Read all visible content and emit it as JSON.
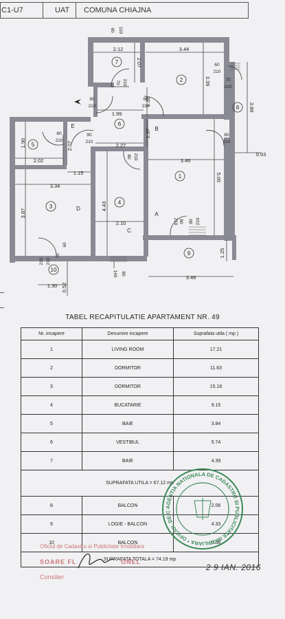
{
  "header": {
    "code": "C1-U7",
    "uat_label": "UAT",
    "locality": "COMUNA CHIAJNA"
  },
  "plan": {
    "rooms": [
      "1",
      "2",
      "3",
      "4",
      "5",
      "6",
      "7",
      "8",
      "9",
      "10"
    ],
    "letters": [
      "A",
      "B",
      "C",
      "D",
      "E"
    ],
    "dimensions": {
      "d212": "2.12",
      "d344": "3.44",
      "d207a": "2.07",
      "d339": "3.39",
      "d389": "3.89",
      "d053": "0.53",
      "d199": "1.99",
      "d132": "1.32",
      "d137": "1.37",
      "d227": "2.27",
      "d346a": "3.46",
      "d500": "5.00",
      "d190": "1.90",
      "d202": "2.02",
      "d207b": "2.07",
      "d115": "1.15",
      "d334": "3.34",
      "d387": "3.87",
      "d443": "4.43",
      "d210": "2.10",
      "d125": "1.25",
      "d346b": "3.46",
      "d130": "1.30",
      "d052": "0.52"
    },
    "doors": {
      "top_window": [
        "60",
        "110"
      ],
      "d7": [
        "70",
        "210"
      ],
      "entry": [
        "90",
        "210"
      ],
      "d6": [
        "90",
        "210"
      ],
      "d2": [
        "60",
        "210"
      ],
      "d2b": [
        "70",
        "210"
      ],
      "d5": [
        "80",
        "210"
      ],
      "d4a": [
        "90",
        "210"
      ],
      "d4b": [
        "80",
        "210"
      ],
      "d1": [
        "80",
        "210"
      ],
      "d9": [
        "80",
        "210"
      ],
      "d9b": [
        "80",
        "210"
      ],
      "d10": [
        "60",
        "210"
      ],
      "d10b": [
        "70",
        "210"
      ],
      "bottom_window": [
        "140",
        "80"
      ]
    }
  },
  "table": {
    "title": "TABEL RECAPITULATIE APARTAMENT NR. 49",
    "headers": {
      "nr": "Nr. incapere",
      "name": "Denumire incapere",
      "area": "Suprafata utila ( mp )"
    },
    "rows": [
      {
        "nr": "1",
        "name": "LIVING ROOM",
        "area": "17.21"
      },
      {
        "nr": "2",
        "name": "DORMITOR",
        "area": "11.63"
      },
      {
        "nr": "3",
        "name": "DORMITOR",
        "area": "15.16"
      },
      {
        "nr": "4",
        "name": "BUCATARIE",
        "area": "9.15"
      },
      {
        "nr": "5",
        "name": "BAIE",
        "area": "3.84"
      },
      {
        "nr": "6",
        "name": "VESTIBUL",
        "area": "5.74"
      },
      {
        "nr": "7",
        "name": "BAIE",
        "area": "4.39"
      }
    ],
    "subtotal": "SUPRAFATA UTILA = 67.12 mp",
    "rows2": [
      {
        "nr": "8",
        "name": "BALCON",
        "area": "2.06"
      },
      {
        "nr": "9",
        "name": "LOGIE - BALCON",
        "area": "4.33"
      },
      {
        "nr": "10",
        "name": "BALCON",
        "area": "0.68"
      }
    ],
    "total": "SUPRAFATA TOTALA = 74.19 mp"
  },
  "stamps": {
    "office_line": "Oficiul de Cadastru si Publicitate Imobiliara",
    "name_line": "SOARE FL",
    "name_line2": "ONEL",
    "role": "Consilier",
    "date": "2 9 IAN. 2016",
    "seal_text": "AGENTIA NATIONALA DE CADASTRU SI PUBLICITATE IMOBILIARA * OFICIUL DE CADASTRU SI PUBLICITATE IMOBILIARA *"
  },
  "colors": {
    "ink": "#2a2a40",
    "wall": "#7a7a86",
    "stamp_red": "#c77",
    "seal_green": "#3c8a58"
  }
}
